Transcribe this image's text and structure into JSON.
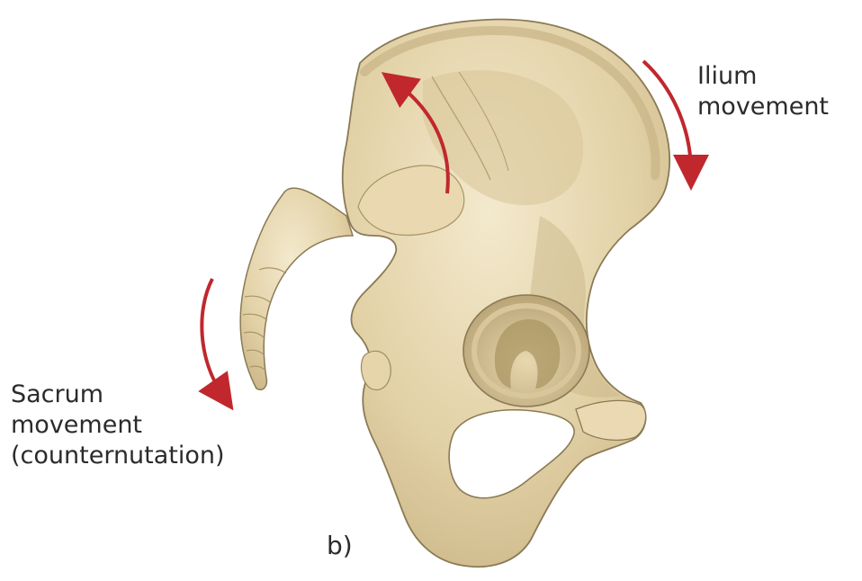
{
  "labels": {
    "ilium_line1": "Ilium",
    "ilium_line2": "movement",
    "sacrum_line1": "Sacrum",
    "sacrum_line2": "movement",
    "sacrum_line3": "(counternutation)",
    "panel": "b)"
  },
  "colors": {
    "bone_fill": "#e3d3aa",
    "bone_light": "#f1e6c8",
    "bone_shadow": "#b8a57a",
    "outline": "#8a7a55",
    "arrow": "#c0282d",
    "text": "#2b2b2b",
    "background": "#ffffff"
  }
}
